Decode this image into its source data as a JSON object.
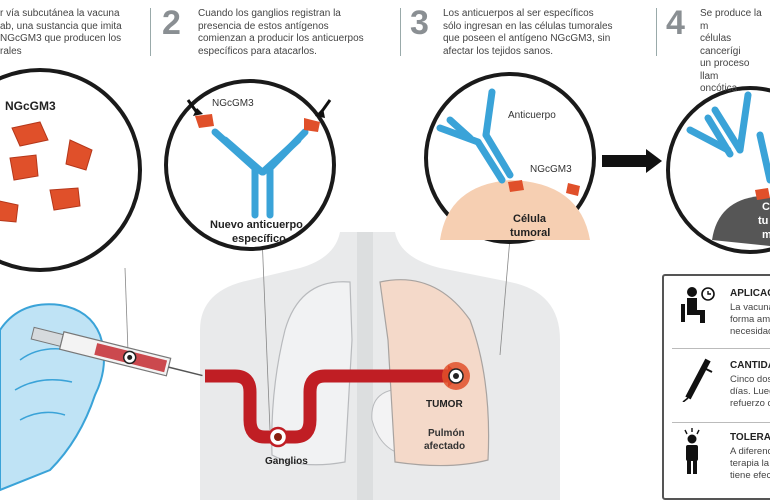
{
  "steps": [
    {
      "text": [
        "r vía subcutánea la vacuna",
        "ab, una sustancia que imita",
        "NGcGM3 que producen los",
        "rales"
      ]
    },
    {
      "number": "2",
      "text": [
        "Cuando los ganglios registran la",
        "presencia de estos antígenos",
        "comienzan a producir los anticuerpos",
        "específicos para atacarlos."
      ]
    },
    {
      "number": "3",
      "text": [
        "Los anticuerpos al ser específicos",
        "sólo ingresan en las células tumorales",
        "que poseen el antígeno NGcGM3, sin",
        "afectar los tejidos sanos."
      ]
    },
    {
      "number": "4",
      "text": [
        "Se produce la m",
        "células cancerígi",
        "un proceso llam",
        "oncótica."
      ]
    }
  ],
  "circle1": {
    "label": "NGcGM3"
  },
  "circle2": {
    "antigen_label": "NGcGM3",
    "caption_line1": "Nuevo anticuerpo",
    "caption_line2": "específico"
  },
  "circle3": {
    "antibody_label": "Anticuerpo",
    "antigen_label": "NGcGM3",
    "cell_line1": "Célula",
    "cell_line2": "tumoral"
  },
  "circle4": {
    "cell_line1": "C",
    "cell_line2": "tu",
    "cell_line3": "m"
  },
  "body": {
    "ganglios_label": "Ganglios",
    "tumor_label": "TUMOR",
    "lung_line1": "Pulmón",
    "lung_line2": "afectado"
  },
  "legend": [
    {
      "icon": "person-clock-icon",
      "title": "APLICACIÓ",
      "text": [
        "La vacuna",
        "forma am",
        "necesidad"
      ]
    },
    {
      "icon": "syringe-icon",
      "title": "CANTIDA",
      "text": [
        "Cinco dos",
        "días. Lueg",
        "refuerzo c"
      ]
    },
    {
      "icon": "person-alert-icon",
      "title": "TOLERAI",
      "text": [
        "A diferenc",
        "terapia la",
        "tiene efec"
      ]
    }
  ],
  "colors": {
    "antibody": "#3aa3d8",
    "antigen": "#e0502a",
    "path": "#c01e24",
    "body": "#e9eaeb",
    "lung": "#f4d9c9"
  }
}
